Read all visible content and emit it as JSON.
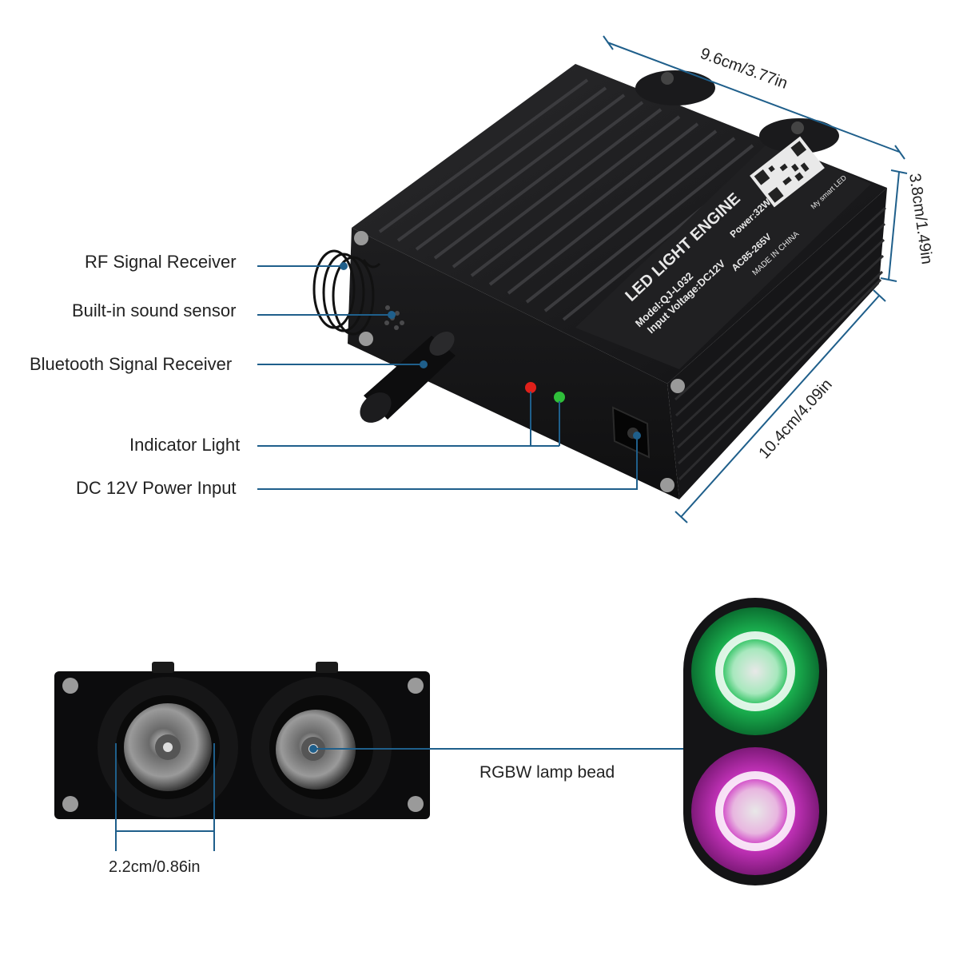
{
  "callouts": {
    "rf_signal_receiver": "RF Signal Receiver",
    "sound_sensor": "Built-in sound sensor",
    "bluetooth_receiver": "Bluetooth Signal Receiver",
    "indicator_light": "Indicator Light",
    "dc_power_input": "DC 12V Power Input",
    "lamp_bead": "RGBW lamp bead"
  },
  "dimensions": {
    "width": "9.6cm/3.77in",
    "height": "3.8cm/1.49in",
    "depth": "10.4cm/4.09in",
    "lens_spacing": "2.2cm/0.86in"
  },
  "device_label": {
    "title": "LED LIGHT ENGINE",
    "model": "Model:QJ-L032",
    "power": "Power:32W",
    "input_voltage": "Input Voltage:DC12V",
    "ac_voltage": "AC85-265V",
    "origin": "MADE IN CHINA",
    "app": "My smart LED"
  },
  "colors": {
    "callout_line": "#1f5f8b",
    "device_body": "#1c1c1e",
    "led_red": "#e0201a",
    "led_green": "#2fbf3a",
    "glow_top": "#2de07a",
    "glow_bottom": "#e040d8"
  }
}
